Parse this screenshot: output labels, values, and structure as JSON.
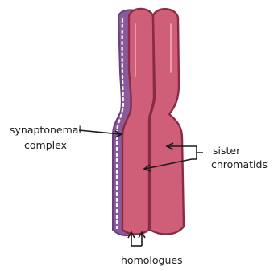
{
  "labels": {
    "synaptonemal_line1": "synaptonemal",
    "synaptonemal_line2": "complex",
    "sister_line1": "sister",
    "sister_line2": "chromatids",
    "homologues": "homologues"
  },
  "colors": {
    "chromatid_fill": "#cf5f78",
    "chromatid_outline": "#8a2a44",
    "back_homologue_fill": "#8a5a9a",
    "complex_dots": "#ffffff",
    "annotation": "#1a1a1a"
  }
}
